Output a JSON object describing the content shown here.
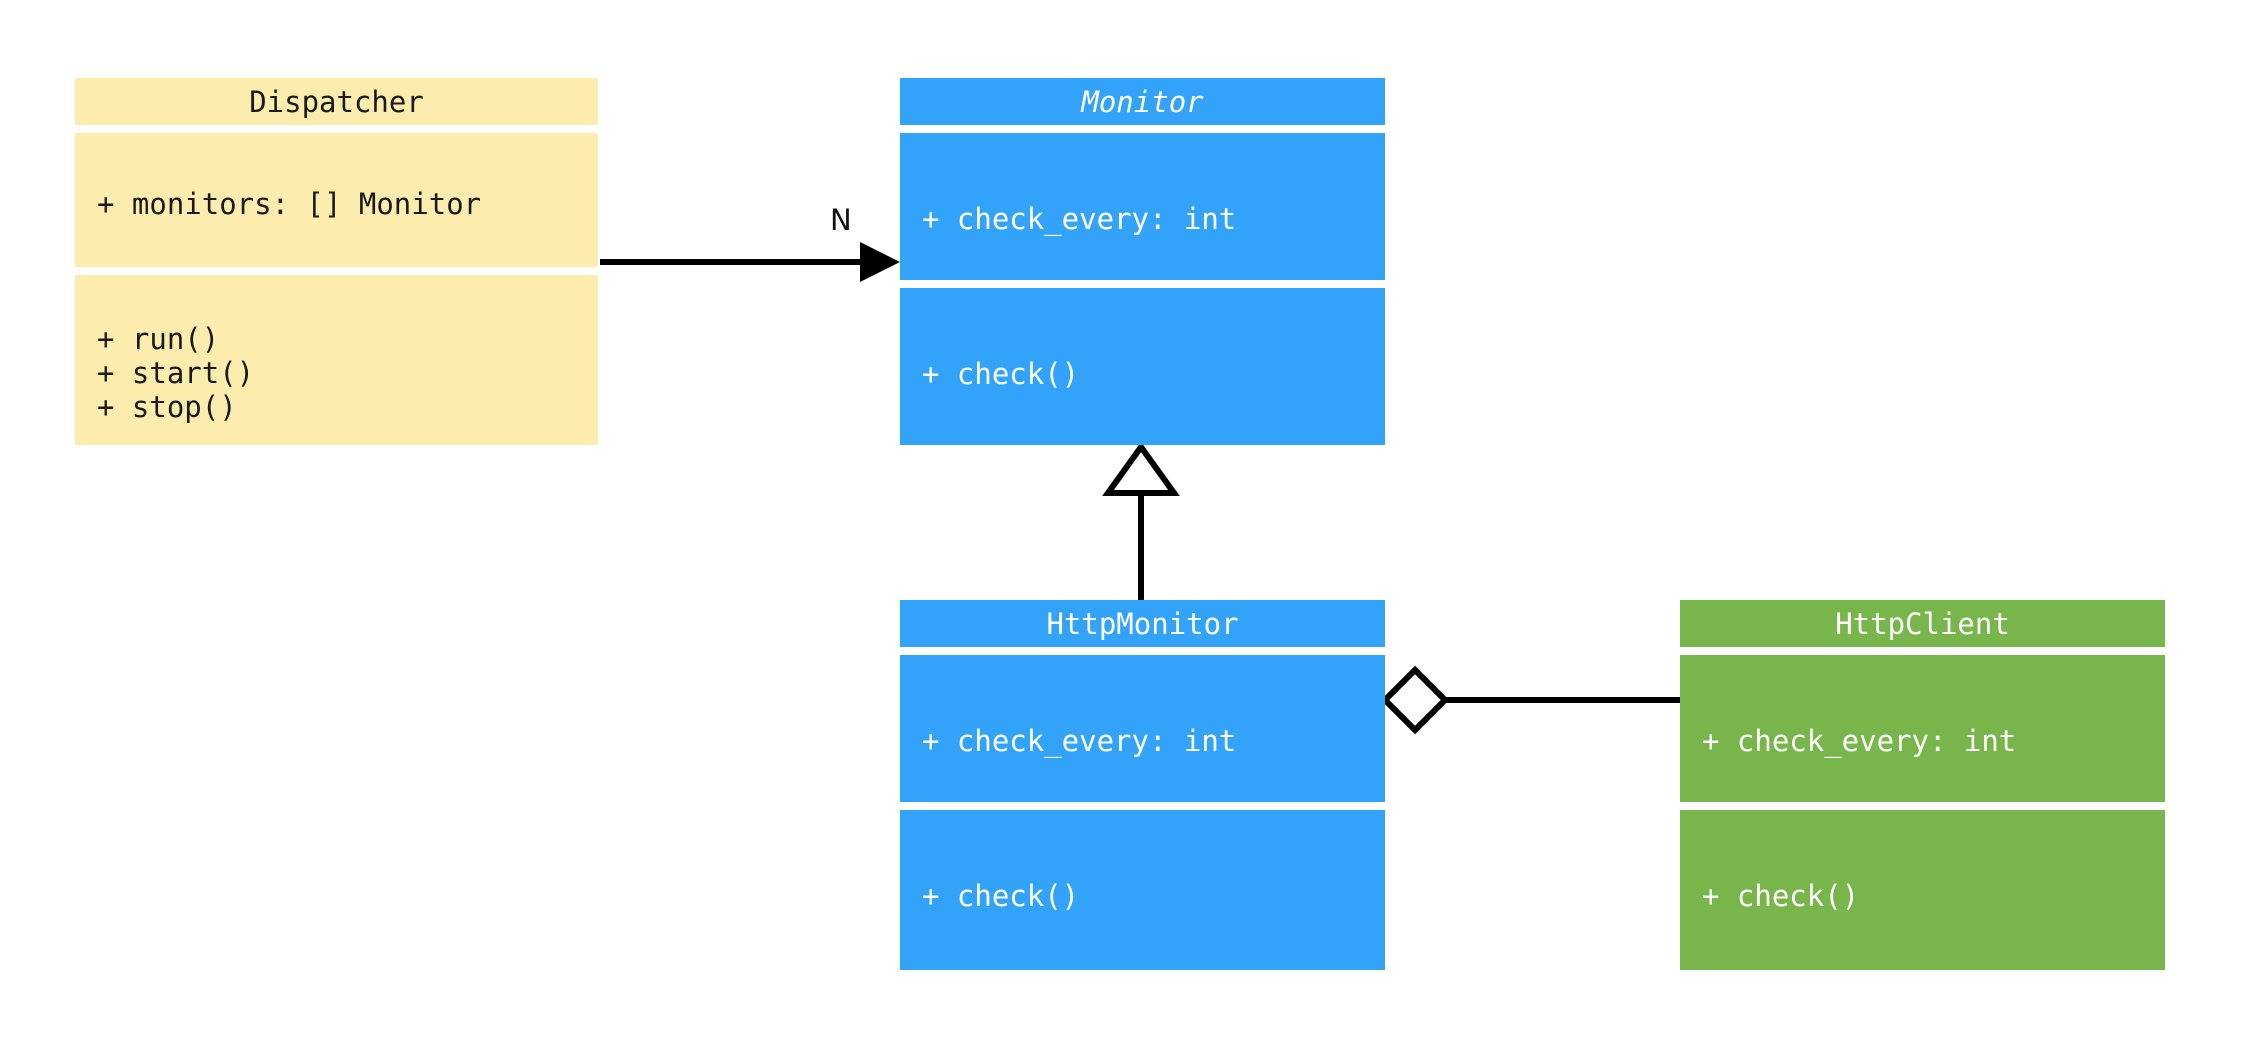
{
  "diagram": {
    "kind": "uml-class-diagram",
    "background_color": "#ffffff",
    "classes": [
      {
        "id": "dispatcher",
        "name": "Dispatcher",
        "abstract": false,
        "fill_color": "#fcedae",
        "text_color": "#1a1a1a",
        "attributes": [
          "+ monitors: [] Monitor"
        ],
        "methods": [
          "+ run()",
          "+ start()",
          "+ stop()"
        ]
      },
      {
        "id": "monitor",
        "name": "Monitor",
        "abstract": true,
        "fill_color": "#33a3f9",
        "text_color": "#ffffff",
        "attributes": [
          "+ check_every: int"
        ],
        "methods": [
          "+ check()"
        ]
      },
      {
        "id": "http_monitor",
        "name": "HttpMonitor",
        "abstract": false,
        "fill_color": "#33a3f9",
        "text_color": "#ffffff",
        "attributes": [
          "+ check_every: int"
        ],
        "methods": [
          "+ check()"
        ]
      },
      {
        "id": "http_client",
        "name": "HttpClient",
        "abstract": false,
        "fill_color": "#78b64c",
        "text_color": "#ffffff",
        "attributes": [
          "+ check_every: int"
        ],
        "methods": [
          "+ check()"
        ]
      }
    ],
    "relationships": [
      {
        "id": "dispatcher-to-monitor",
        "type": "association",
        "from": "Dispatcher",
        "to": "Monitor",
        "multiplicity_label": "N",
        "line_color": "#000000"
      },
      {
        "id": "httpmonitor-inherits-monitor",
        "type": "inheritance",
        "from": "HttpMonitor",
        "to": "Monitor",
        "multiplicity_label": "",
        "line_color": "#000000"
      },
      {
        "id": "httpmonitor-aggregates-httpclient",
        "type": "aggregation",
        "from": "HttpMonitor",
        "to": "HttpClient",
        "multiplicity_label": "",
        "line_color": "#000000"
      }
    ]
  }
}
